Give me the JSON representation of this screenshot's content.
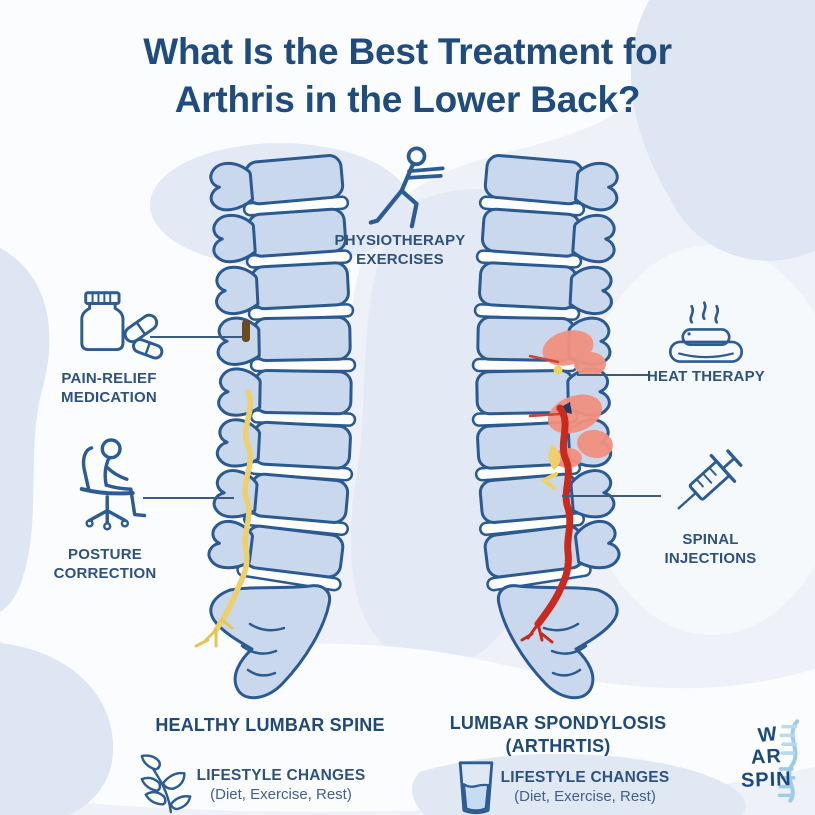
{
  "title": {
    "line1": "What Is the Best Treatment for",
    "line2": "Arthris in the Lower Back?"
  },
  "treatments": {
    "physiotherapy": {
      "line1": "PHYSIOTHERAPY",
      "line2": "EXERCISES",
      "icon": "stretching-person-icon"
    },
    "pain_relief": {
      "line1": "PAIN-RELIEF",
      "line2": "MEDICATION",
      "icon": "pill-bottle-icon"
    },
    "posture": {
      "line1": "POSTURE",
      "line2": "CORRECTION",
      "icon": "person-on-chair-icon"
    },
    "heat": {
      "line1": "HEAT THERAPY",
      "icon": "heating-pad-icon"
    },
    "injections": {
      "line1": "SPINAL",
      "line2": "INJECTIONS",
      "icon": "syringe-icon"
    }
  },
  "diagrams": {
    "left": {
      "caption": "HEALTHY LUMBAR SPINE",
      "lifestyle": {
        "label": "LIFESTYLE CHANGES",
        "detail": "(Diet, Exercise, Rest)",
        "icon": "plant-leaves-icon"
      }
    },
    "right": {
      "caption_line1": "LUMBAR SPONDYLOSIS",
      "caption_line2": "(ARTHRTIS)",
      "lifestyle": {
        "label": "LIFESTYLE CHANGES",
        "detail": "(Diet, Exercise, Rest)",
        "icon": "water-glass-icon"
      }
    }
  },
  "logo": {
    "line1": "W",
    "line2": "AR",
    "line3": "SPIN",
    "icon": "spine-curve-icon"
  },
  "colors": {
    "title_blue": "#1f4c7c",
    "label_blue": "#2e527c",
    "outline_blue": "#2b5a90",
    "bone_fill": "#c9d8ec",
    "disc_white": "#fdfeff",
    "healthy_nerve_yellow": "#ecd06b",
    "inflamed_nerve_red": "#c92a1f",
    "inflammation_salmon": "#f29180",
    "background": "#eef1f8",
    "blob_dark": "#dde6f2",
    "blob_white": "#fafcfe",
    "logo_spine_blue": "#9ecbe7"
  }
}
